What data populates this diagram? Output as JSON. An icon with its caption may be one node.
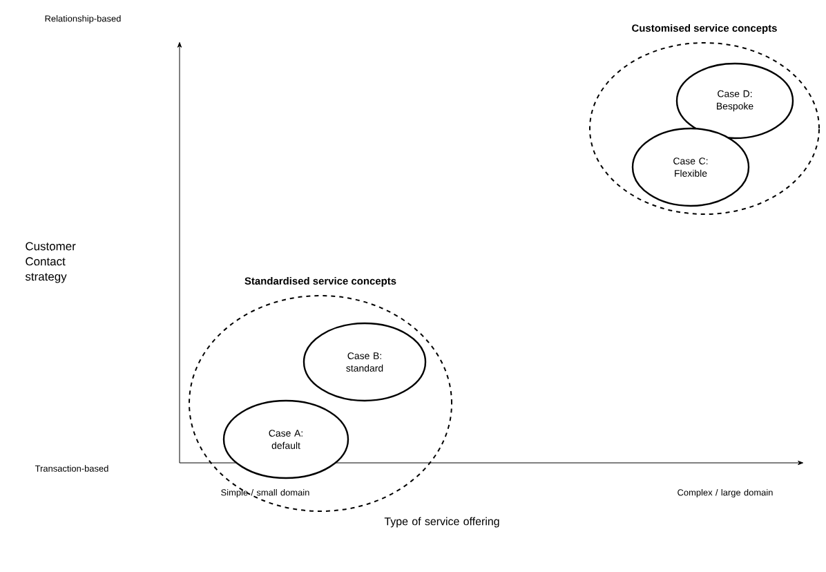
{
  "diagram": {
    "nodes": [
      {
        "text": [
          "Customised service concepts"
        ]
      },
      {
        "text": [
          "Case D: Bespoke"
        ],
        "in": 0
      },
      {
        "text": [
          "Case C: Flexible"
        ],
        "in": 0
      },
      {
        "text": [
          "Standardised service concepts"
        ]
      },
      {
        "text": [
          "Case B: standard"
        ],
        "in": 3
      },
      {
        "text": [
          "Case A: default"
        ],
        "in": 3
      }
    ],
    "edges": [],
    "labels": [
      "Relationship-based",
      "Customer Contact strategy",
      "Transaction-based",
      "Simple / small domain",
      "Complex / large domain",
      "Type of service offering"
    ]
  }
}
